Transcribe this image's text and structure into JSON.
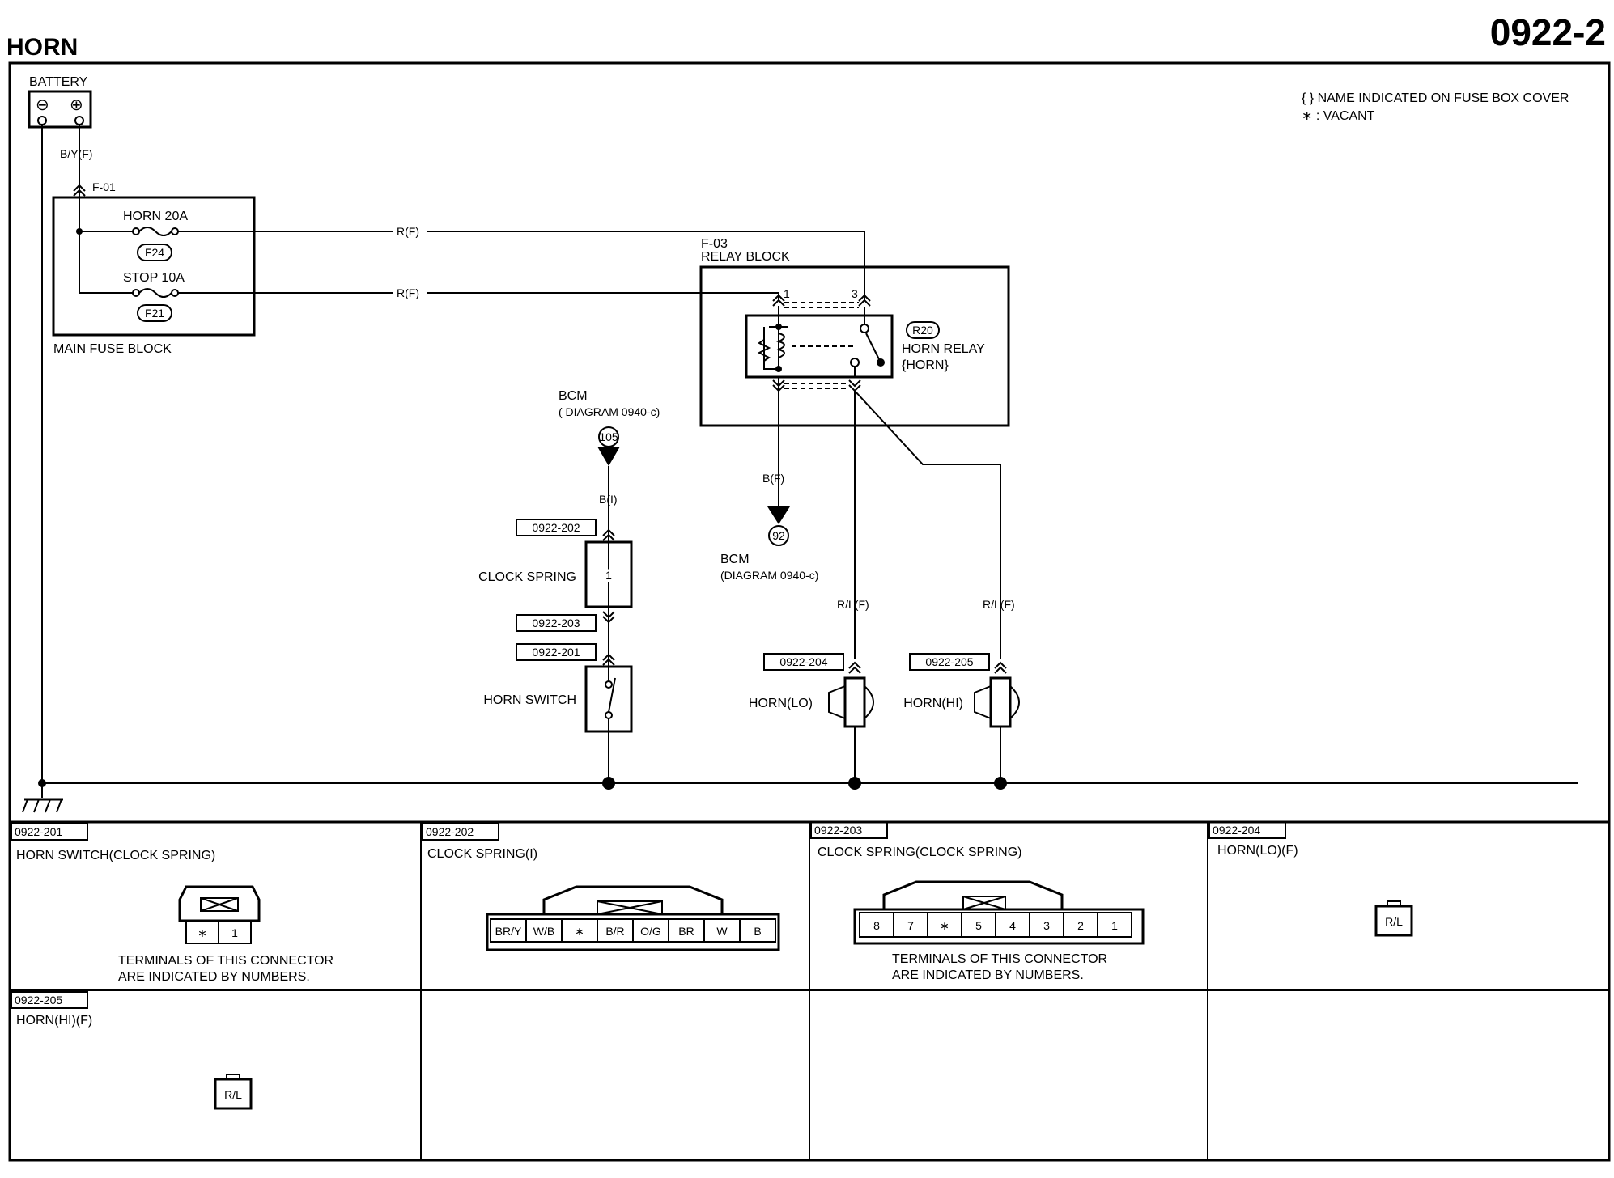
{
  "header": {
    "title": "HORN",
    "page_code": "0922-2"
  },
  "legend": {
    "braces_note": "{ } NAME INDICATED ON FUSE BOX COVER",
    "vacant_note": "∗ : VACANT"
  },
  "battery": {
    "label": "BATTERY",
    "neg": "⊖",
    "pos": "⊕",
    "wire": "B/Y(F)"
  },
  "main_fuse_block": {
    "connector": "F-01",
    "label": "MAIN FUSE BLOCK",
    "fuses": [
      {
        "name": "HORN 20A",
        "cover_id": "F24",
        "wire": "R(F)"
      },
      {
        "name": "STOP 10A",
        "cover_id": "F21",
        "wire": "R(F)"
      }
    ]
  },
  "relay_block": {
    "connector": "F-03",
    "label": "RELAY BLOCK",
    "pin_left": "1",
    "pin_right": "3",
    "relay_id": "R20",
    "relay_name": "HORN RELAY",
    "relay_cover": "{HORN}",
    "out_wire": "B(F)"
  },
  "bcm_top": {
    "name": "BCM",
    "ref": "( DIAGRAM 0940-c)",
    "terminal": "105",
    "wire": "B(I)"
  },
  "bcm_bottom": {
    "name": "BCM",
    "ref": "(DIAGRAM 0940-c)",
    "terminal": "92"
  },
  "clock_spring": {
    "label": "CLOCK SPRING",
    "pin": "1",
    "conn_top": "0922-202",
    "conn_bottom": "0922-203"
  },
  "horn_switch": {
    "label": "HORN SWITCH",
    "conn": "0922-201"
  },
  "horn_lo": {
    "label": "HORN(LO)",
    "conn": "0922-204",
    "wire": "R/L(F)"
  },
  "horn_hi": {
    "label": "HORN(HI)",
    "conn": "0922-205",
    "wire": "R/L(F)"
  },
  "connectors": [
    {
      "id": "0922-201",
      "title": "HORN SWITCH(CLOCK SPRING)",
      "pins": [
        "∗",
        "1"
      ],
      "note1": "TERMINALS OF THIS CONNECTOR",
      "note2": "ARE INDICATED BY NUMBERS."
    },
    {
      "id": "0922-202",
      "title": "CLOCK SPRING(I)",
      "pins": [
        "BR/Y",
        "W/B",
        "∗",
        "B/R",
        "O/G",
        "BR",
        "W",
        "B"
      ]
    },
    {
      "id": "0922-203",
      "title": "CLOCK SPRING(CLOCK SPRING)",
      "pins": [
        "8",
        "7",
        "∗",
        "5",
        "4",
        "3",
        "2",
        "1"
      ],
      "note1": "TERMINALS OF THIS CONNECTOR",
      "note2": "ARE INDICATED BY NUMBERS."
    },
    {
      "id": "0922-204",
      "title": "HORN(LO)(F)",
      "pins": [
        "R/L"
      ]
    },
    {
      "id": "0922-205",
      "title": "HORN(HI)(F)",
      "pins": [
        "R/L"
      ]
    }
  ]
}
